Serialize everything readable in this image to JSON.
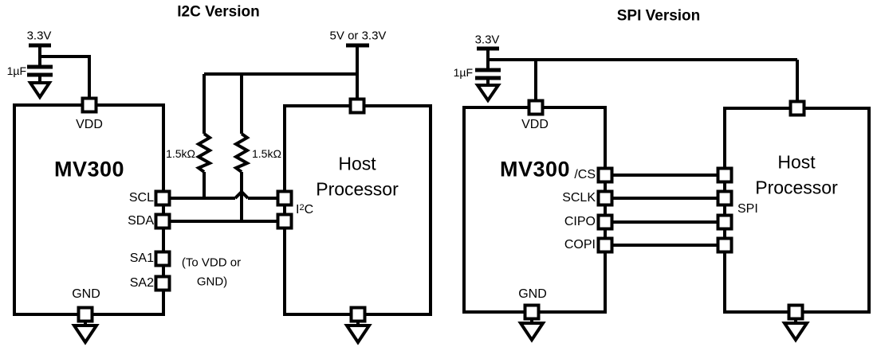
{
  "colors": {
    "line": "#000000",
    "background": "#ffffff"
  },
  "i2c": {
    "title": "I2C Version",
    "supply_chip": "3.3V",
    "supply_bus": "5V or 3.3V",
    "cap_value": "1µF",
    "resistor_left": "1.5kΩ",
    "resistor_right": "1.5kΩ",
    "chip_name": "MV300",
    "pin_vdd": "VDD",
    "pin_scl": "SCL",
    "pin_sda": "SDA",
    "pin_sa1": "SA1",
    "pin_sa2": "SA2",
    "pin_gnd": "GND",
    "sa_note_line1": "(To VDD or",
    "sa_note_line2": "GND)",
    "host_line1": "Host",
    "host_line2": "Processor",
    "bus_base": "I",
    "bus_sup": "2",
    "bus_end": "C"
  },
  "spi": {
    "title": "SPI Version",
    "supply_chip": "3.3V",
    "cap_value": "1µF",
    "chip_name": "MV300",
    "pin_vdd": "VDD",
    "pin_cs": "/CS",
    "pin_sclk": "SCLK",
    "pin_cipo": "CIPO",
    "pin_copi": "COPI",
    "pin_gnd": "GND",
    "bus_label": "SPI",
    "host_line1": "Host",
    "host_line2": "Processor"
  }
}
